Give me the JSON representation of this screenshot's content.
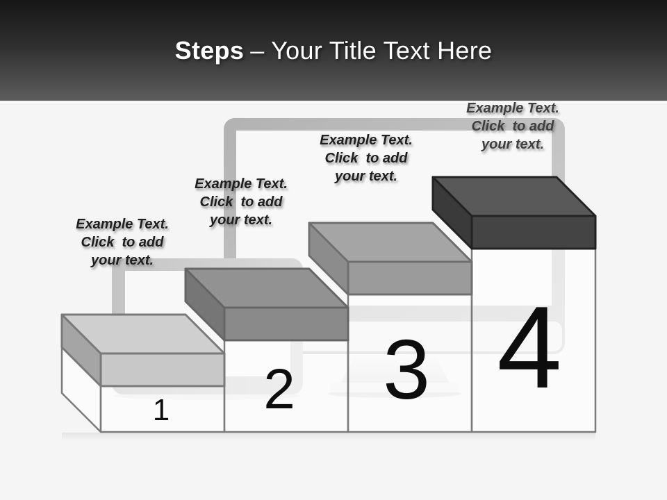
{
  "header": {
    "title_bold": "Steps",
    "title_rest": "– Your Title Text Here",
    "gradient_top": "#161616",
    "gradient_bottom": "#5d5d5d",
    "title_color": "#ffffff"
  },
  "background": {
    "body_color": "#f5f5f5",
    "monitor_bezel_color": "#c4c4c4",
    "monitor_screen_color": "#f8f8f8",
    "monitor_stand_color": "#eeeeee"
  },
  "steps": [
    {
      "number": "1",
      "label_lines": [
        "Example Text.",
        "Click  to add",
        "your text."
      ],
      "colors": {
        "top": "#cfcfcf",
        "side": "#a5a5a5",
        "front": "#c8c8c8"
      }
    },
    {
      "number": "2",
      "label_lines": [
        "Example Text.",
        "Click  to add",
        "your text."
      ],
      "colors": {
        "top": "#929292",
        "side": "#767676",
        "front": "#8a8a8a"
      }
    },
    {
      "number": "3",
      "label_lines": [
        "Example Text.",
        "Click  to add",
        "your text."
      ],
      "colors": {
        "top": "#a5a5a5",
        "side": "#8c8c8c",
        "front": "#9b9b9b"
      }
    },
    {
      "number": "4",
      "label_lines": [
        "Example Text.",
        "Click  to add",
        "your text."
      ],
      "colors": {
        "top": "#595959",
        "side": "#3a3a3a",
        "front": "#444444"
      }
    }
  ]
}
